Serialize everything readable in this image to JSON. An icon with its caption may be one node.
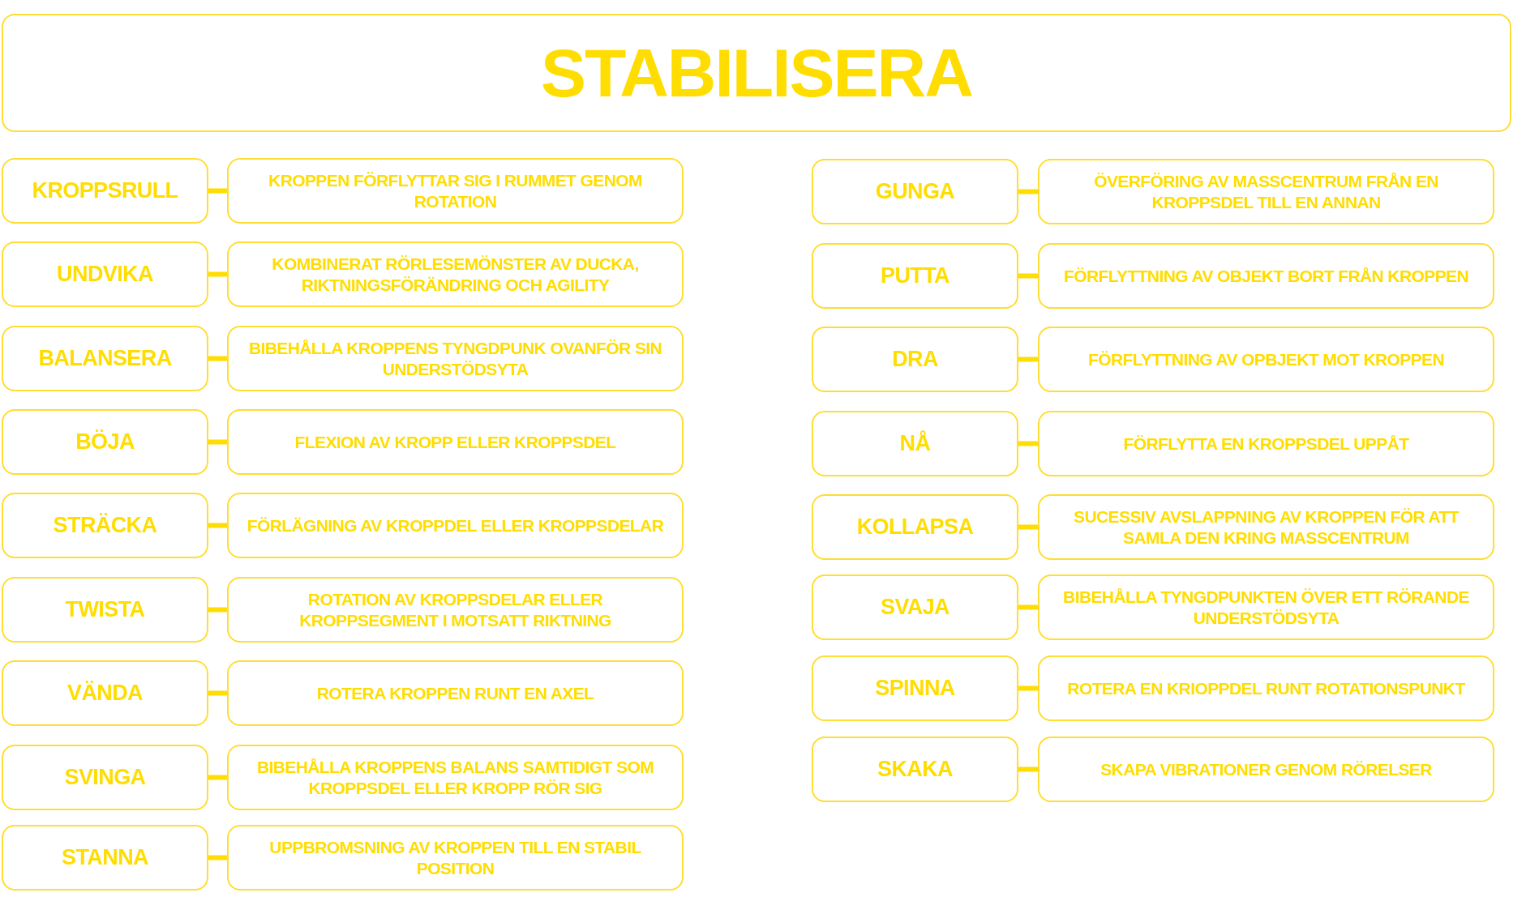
{
  "diagram": {
    "nodes": [
      {
        "text": [
          "STABILISERA"
        ]
      },
      {
        "text": [
          "KROPPSRULL"
        ]
      },
      {
        "text": [
          "KROPPEN FÖRFLYTTAR SIG I RUMMET GENOM ROTATION"
        ]
      },
      {
        "text": [
          "UNDVIKA"
        ]
      },
      {
        "text": [
          "KOMBINERAT RÖRLESEMÖNSTER AV DUCKA, RIKTNINGSFÖRÄNDRING OCH AGILITY"
        ]
      },
      {
        "text": [
          "BALANSERA"
        ]
      },
      {
        "text": [
          "BIBEHÅLLA KROPPENS TYNGDPUNK OVANFÖR SIN UNDERSTÖDSYTA"
        ]
      },
      {
        "text": [
          "BÖJA"
        ]
      },
      {
        "text": [
          "FLEXION AV KROPP ELLER KROPPSDEL"
        ]
      },
      {
        "text": [
          "STRÄCKA"
        ]
      },
      {
        "text": [
          "FÖRLÄGNING AV KROPPDEL ELLER KROPPSDELAR"
        ]
      },
      {
        "text": [
          "TWISTA"
        ]
      },
      {
        "text": [
          "ROTATION AV KROPPSDELAR ELLER KROPPSEGMENT I MOTSATT RIKTNING"
        ]
      },
      {
        "text": [
          "VÄNDA"
        ]
      },
      {
        "text": [
          "ROTERA KROPPEN RUNT EN AXEL"
        ]
      },
      {
        "text": [
          "SVINGA"
        ]
      },
      {
        "text": [
          "BIBEHÅLLA KROPPENS BALANS SAMTIDIGT SOM KROPPSDEL ELLER KROPP RÖR SIG"
        ]
      },
      {
        "text": [
          "STANNA"
        ]
      },
      {
        "text": [
          "UPPBROMSNING AV KROPPEN TILL EN STABIL POSITION"
        ]
      },
      {
        "text": [
          "GUNGA"
        ]
      },
      {
        "text": [
          "ÖVERFÖRING AV MASSCENTRUM FRÅN EN KROPPSDEL TILL EN ANNAN"
        ]
      },
      {
        "text": [
          "PUTTA"
        ]
      },
      {
        "text": [
          "FÖRFLYTTNING AV OBJEKT BORT FRÅN KROPPEN"
        ]
      },
      {
        "text": [
          "DRA"
        ]
      },
      {
        "text": [
          "FÖRFLYTTNING AV OPBJEKT MOT KROPPEN"
        ]
      },
      {
        "text": [
          "NÅ"
        ]
      },
      {
        "text": [
          "FÖRFLYTTA EN KROPPSDEL UPPÅT"
        ]
      },
      {
        "text": [
          "KOLLAPSA"
        ]
      },
      {
        "text": [
          "SUCESSIV AVSLAPPNING AV KROPPEN FÖR ATT SAMLA DEN KRING MASSCENTRUM"
        ]
      },
      {
        "text": [
          "SVAJA"
        ]
      },
      {
        "text": [
          "BIBEHÅLLA TYNGDPUNKTEN ÖVER ETT RÖRANDE UNDERSTÖDSYTA"
        ]
      },
      {
        "text": [
          "SPINNA"
        ]
      },
      {
        "text": [
          "ROTERA EN KRIOPPDEL RUNT ROTATIONSPUNKT"
        ]
      },
      {
        "text": [
          "SKAKA"
        ]
      },
      {
        "text": [
          "SKAPA VIBRATIONER GENOM RÖRELSER"
        ]
      }
    ],
    "edges": [
      {
        "from": 1,
        "to": 2,
        "arrow": "none"
      },
      {
        "from": 3,
        "to": 4,
        "arrow": "none"
      },
      {
        "from": 5,
        "to": 6,
        "arrow": "none"
      },
      {
        "from": 7,
        "to": 8,
        "arrow": "none"
      },
      {
        "from": 9,
        "to": 10,
        "arrow": "none"
      },
      {
        "from": 11,
        "to": 12,
        "arrow": "none"
      },
      {
        "from": 13,
        "to": 14,
        "arrow": "none"
      },
      {
        "from": 15,
        "to": 16,
        "arrow": "none"
      },
      {
        "from": 17,
        "to": 18,
        "arrow": "none"
      },
      {
        "from": 19,
        "to": 20,
        "arrow": "none"
      },
      {
        "from": 21,
        "to": 22,
        "arrow": "none"
      },
      {
        "from": 23,
        "to": 24,
        "arrow": "none"
      },
      {
        "from": 25,
        "to": 26,
        "arrow": "none"
      },
      {
        "from": 27,
        "to": 28,
        "arrow": "none"
      },
      {
        "from": 29,
        "to": 30,
        "arrow": "none"
      },
      {
        "from": 31,
        "to": 32,
        "arrow": "none"
      },
      {
        "from": 33,
        "to": 34,
        "arrow": "none"
      }
    ]
  }
}
